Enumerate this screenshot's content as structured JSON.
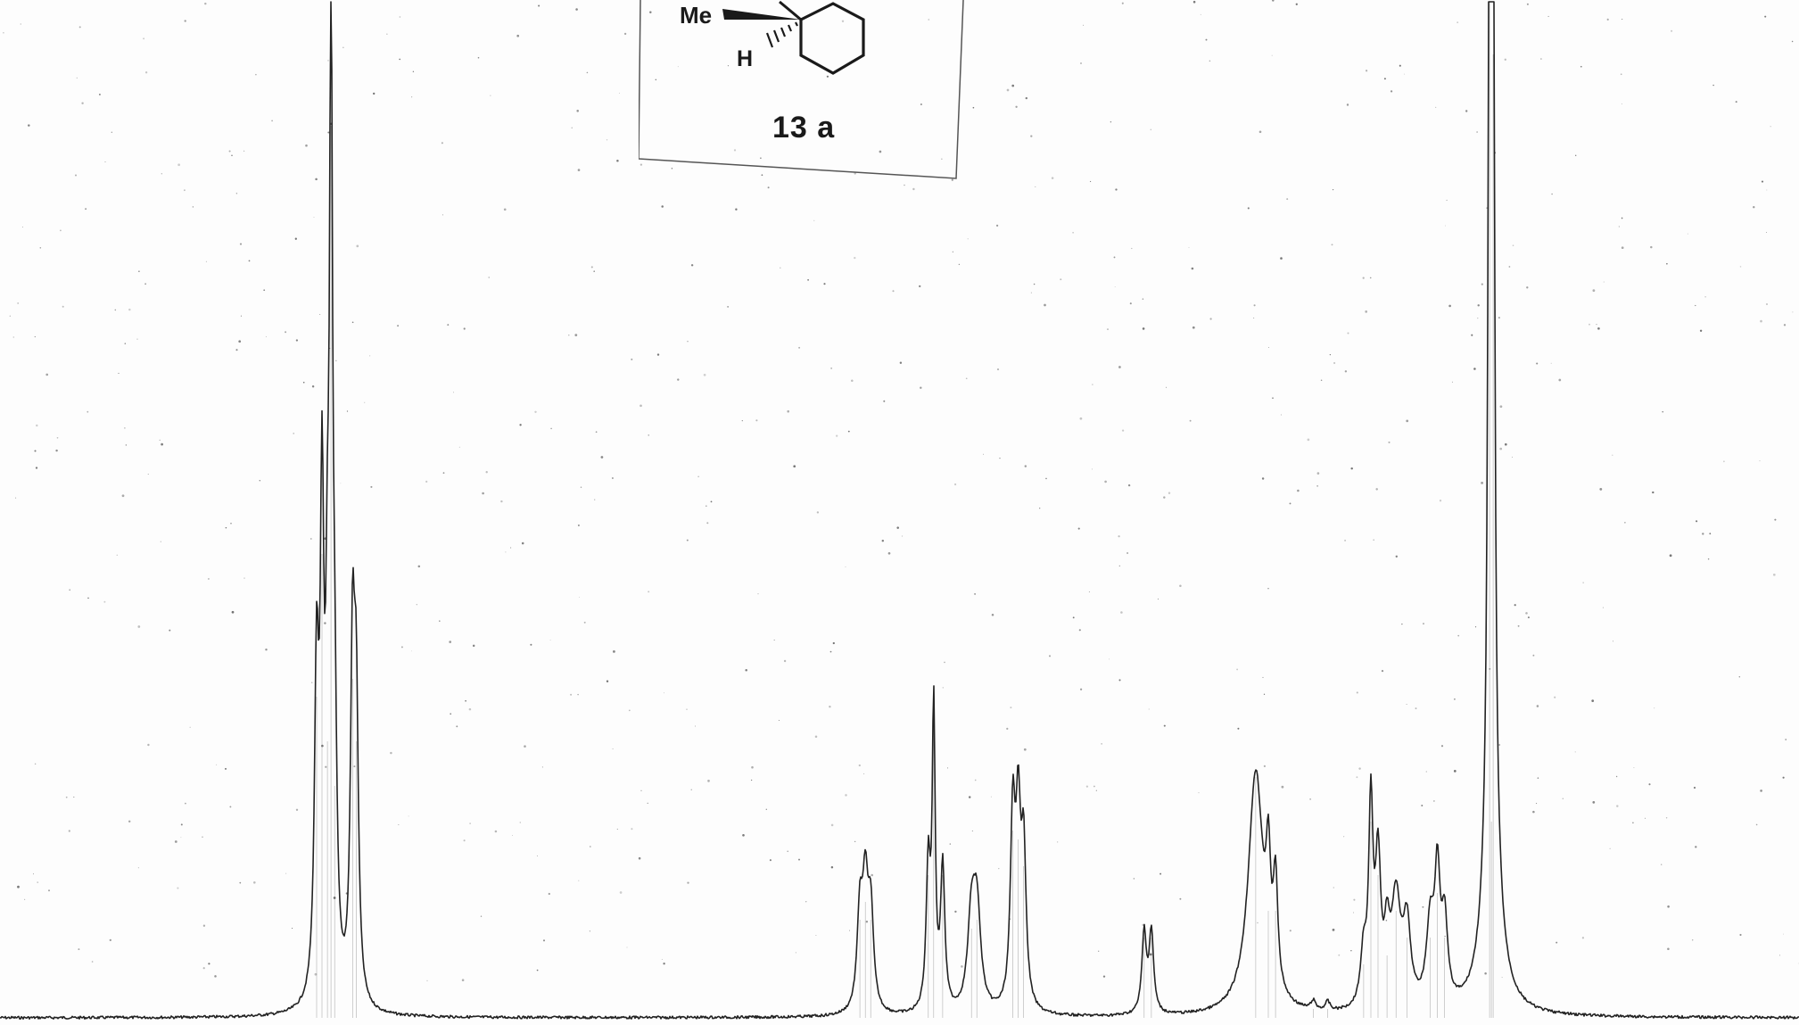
{
  "figure": {
    "compound_label": "13 a",
    "structure_labels": {
      "methyl": "Me",
      "hydrogen": "H"
    }
  },
  "chart_data": {
    "type": "line",
    "title": "",
    "xlabel": "",
    "ylabel": "",
    "grid": false,
    "legend": "none",
    "line_color": "#222222",
    "peaks": [
      {
        "x": 0.176,
        "height": 0.36,
        "width": 0.0014
      },
      {
        "x": 0.179,
        "height": 0.52,
        "width": 0.0012
      },
      {
        "x": 0.182,
        "height": 0.31,
        "width": 0.0012
      },
      {
        "x": 0.184,
        "height": 1.0,
        "width": 0.001
      },
      {
        "x": 0.186,
        "height": 0.26,
        "width": 0.0014
      },
      {
        "x": 0.196,
        "height": 0.38,
        "width": 0.0014
      },
      {
        "x": 0.198,
        "height": 0.31,
        "width": 0.0014
      },
      {
        "x": 0.478,
        "height": 0.11,
        "width": 0.0018
      },
      {
        "x": 0.481,
        "height": 0.13,
        "width": 0.0018
      },
      {
        "x": 0.484,
        "height": 0.11,
        "width": 0.0018
      },
      {
        "x": 0.516,
        "height": 0.16,
        "width": 0.0014
      },
      {
        "x": 0.519,
        "height": 0.33,
        "width": 0.001
      },
      {
        "x": 0.524,
        "height": 0.16,
        "width": 0.0014
      },
      {
        "x": 0.54,
        "height": 0.1,
        "width": 0.0025
      },
      {
        "x": 0.543,
        "height": 0.11,
        "width": 0.0025
      },
      {
        "x": 0.563,
        "height": 0.21,
        "width": 0.0016
      },
      {
        "x": 0.566,
        "height": 0.2,
        "width": 0.0016
      },
      {
        "x": 0.569,
        "height": 0.17,
        "width": 0.0016
      },
      {
        "x": 0.636,
        "height": 0.09,
        "width": 0.0015
      },
      {
        "x": 0.64,
        "height": 0.09,
        "width": 0.0015
      },
      {
        "x": 0.698,
        "height": 0.27,
        "width": 0.005
      },
      {
        "x": 0.705,
        "height": 0.12,
        "width": 0.0015
      },
      {
        "x": 0.709,
        "height": 0.12,
        "width": 0.0015
      },
      {
        "x": 0.73,
        "height": 0.01,
        "width": 0.0015
      },
      {
        "x": 0.738,
        "height": 0.01,
        "width": 0.0015
      },
      {
        "x": 0.758,
        "height": 0.06,
        "width": 0.002
      },
      {
        "x": 0.762,
        "height": 0.22,
        "width": 0.0014
      },
      {
        "x": 0.766,
        "height": 0.16,
        "width": 0.0018
      },
      {
        "x": 0.771,
        "height": 0.07,
        "width": 0.0018
      },
      {
        "x": 0.776,
        "height": 0.12,
        "width": 0.003
      },
      {
        "x": 0.782,
        "height": 0.09,
        "width": 0.0025
      },
      {
        "x": 0.795,
        "height": 0.09,
        "width": 0.0025
      },
      {
        "x": 0.799,
        "height": 0.14,
        "width": 0.0018
      },
      {
        "x": 0.803,
        "height": 0.09,
        "width": 0.002
      },
      {
        "x": 0.828,
        "height": 1.17,
        "width": 0.0009
      },
      {
        "x": 0.83,
        "height": 1.08,
        "width": 0.0009
      },
      {
        "x": 0.829,
        "height": 0.22,
        "width": 0.005
      }
    ]
  }
}
